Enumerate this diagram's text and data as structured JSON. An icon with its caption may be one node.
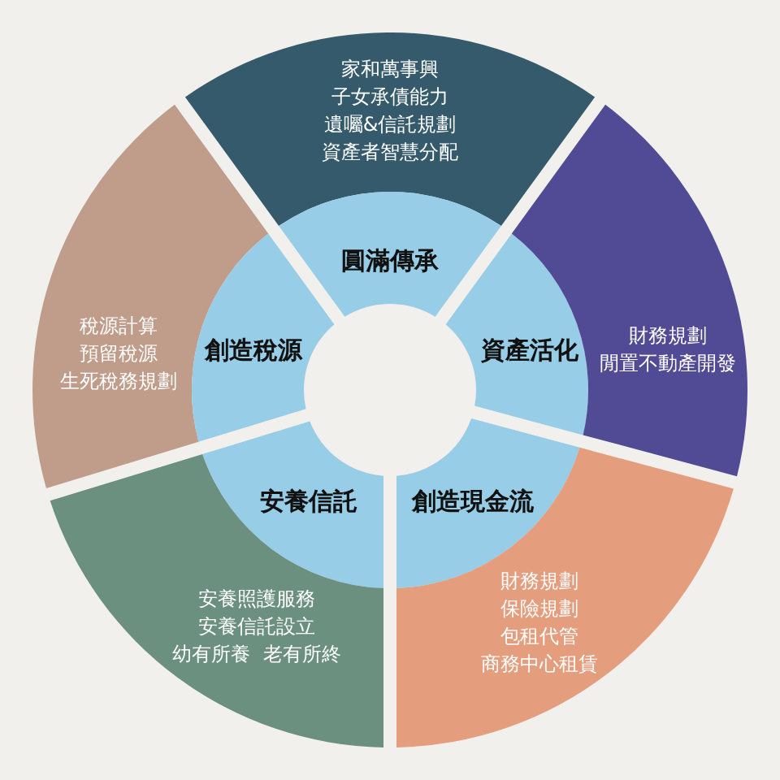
{
  "diagram": {
    "nodes": [
      {
        "text": [
          "家和萬事興",
          "子女承債能力",
          "遺囑&信託規劃",
          "資產者智慧分配"
        ]
      },
      {
        "text": [
          "圓滿傳承"
        ]
      },
      {
        "text": [
          "稅源計算",
          "預留稅源",
          "生死稅務規劃"
        ]
      },
      {
        "text": [
          "創造稅源"
        ]
      },
      {
        "text": [
          "資產活化"
        ]
      },
      {
        "text": [
          "財務規劃",
          "閒置不動產開發"
        ]
      },
      {
        "text": [
          "安養信託"
        ]
      },
      {
        "text": [
          "創造現金流"
        ]
      },
      {
        "text": [
          "安養照護服務",
          "安養信託設立",
          "幼有所養  老有所終"
        ]
      },
      {
        "text": [
          "財務規劃",
          "保險規劃",
          "包租代管",
          "商務中心租賃"
        ]
      }
    ]
  }
}
